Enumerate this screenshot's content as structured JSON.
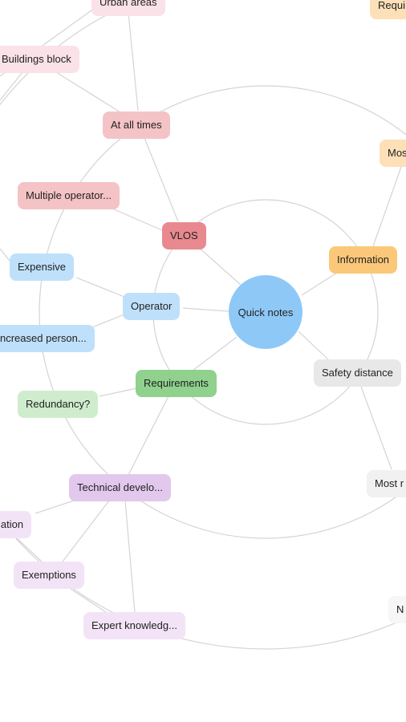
{
  "colors": {
    "center": "#8ec8f7",
    "blue": "#bfe0fb",
    "red": "#e8898f",
    "red_light": "#f4c3c6",
    "pink": "#fbe1e8",
    "green": "#8fd18d",
    "green_light": "#cfeccd",
    "purple": "#e2c8ec",
    "purple_light": "#f2e4f6",
    "orange": "#fbc87a",
    "orange_light": "#fde0b8",
    "gray": "#e8e8e8",
    "gray_light": "#f1f1f1",
    "white_node": "#f6f6f6",
    "line": "#d4d4d4"
  },
  "center_node": {
    "label": "Quick notes"
  },
  "nodes": [
    {
      "id": "urban",
      "label": "Urban areas",
      "color": "pink"
    },
    {
      "id": "requi",
      "label": "Requi",
      "color": "orange_light"
    },
    {
      "id": "buildings",
      "label": "Buildings block",
      "color": "pink"
    },
    {
      "id": "at_all_times",
      "label": "At all times",
      "color": "red_light"
    },
    {
      "id": "mos",
      "label": "Mos",
      "color": "orange_light"
    },
    {
      "id": "multiple",
      "label": "Multiple operator...",
      "color": "red_light"
    },
    {
      "id": "vlos",
      "label": "VLOS",
      "color": "red"
    },
    {
      "id": "information",
      "label": "Information",
      "color": "orange"
    },
    {
      "id": "expensive",
      "label": "Expensive",
      "color": "blue"
    },
    {
      "id": "operator",
      "label": "Operator",
      "color": "blue"
    },
    {
      "id": "increased",
      "label": "ncreased person...",
      "color": "blue"
    },
    {
      "id": "safety",
      "label": "Safety distance",
      "color": "gray"
    },
    {
      "id": "requirements",
      "label": "Requirements",
      "color": "green"
    },
    {
      "id": "redundancy",
      "label": "Redundancy?",
      "color": "green_light"
    },
    {
      "id": "technical",
      "label": "Technical develo...",
      "color": "purple"
    },
    {
      "id": "most_r",
      "label": "Most r",
      "color": "gray_light"
    },
    {
      "id": "lation",
      "label": "lation",
      "color": "purple_light"
    },
    {
      "id": "exemptions",
      "label": "Exemptions",
      "color": "purple_light"
    },
    {
      "id": "expert",
      "label": "Expert knowledg...",
      "color": "purple_light"
    },
    {
      "id": "n_node",
      "label": "N",
      "color": "white_node"
    }
  ]
}
